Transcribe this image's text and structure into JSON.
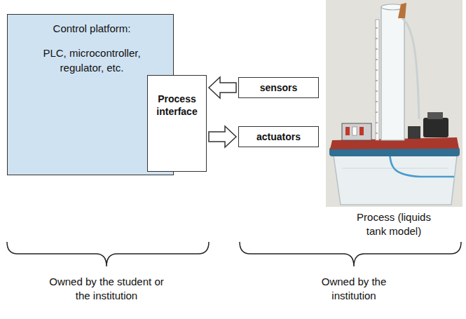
{
  "diagram": {
    "nodes": [
      {
        "text": [
          "Control platform:",
          "PLC, microcontroller, regulator, etc."
        ]
      },
      {
        "text": [
          "Process interface"
        ]
      },
      {
        "text": [
          "sensors"
        ]
      },
      {
        "text": [
          "actuators"
        ]
      }
    ],
    "edges": [
      {
        "from": 2,
        "to": 1,
        "arrow": "to"
      },
      {
        "from": 1,
        "to": 3,
        "arrow": "to"
      }
    ],
    "labels": [
      "Process (liquids tank model)",
      "Owned by the student or the institution",
      "Owned by the institution"
    ]
  }
}
